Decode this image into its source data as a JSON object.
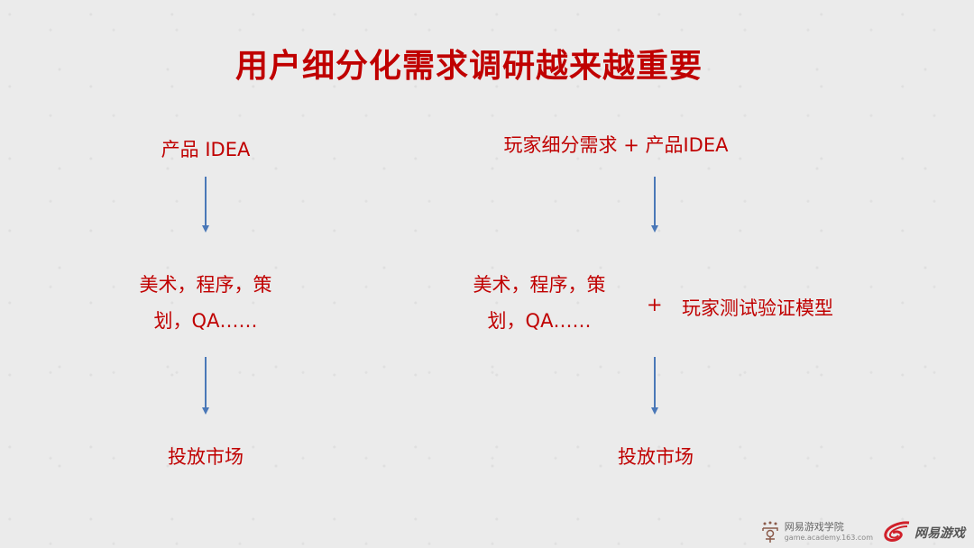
{
  "slide": {
    "title": "用户细分化需求调研越来越重要",
    "left_flow": {
      "step1": "产品 IDEA",
      "step2_line1": "美术，程序，策",
      "step2_line2": "划，QA……",
      "step3": "投放市场"
    },
    "right_flow": {
      "step1": "玩家细分需求 + 产品IDEA",
      "step2_line1": "美术，程序，策",
      "step2_line2": "划，QA……",
      "plus": "+",
      "step2_extra": "玩家测试验证模型",
      "step3": "投放市场"
    },
    "footer": {
      "academy_name": "网易游戏学院",
      "academy_url": "game.academy.163.com",
      "brand_name": "网易游戏"
    },
    "colors": {
      "text_red": "#c00000",
      "arrow_blue": "#4a78b8",
      "background": "#ebebeb"
    }
  }
}
